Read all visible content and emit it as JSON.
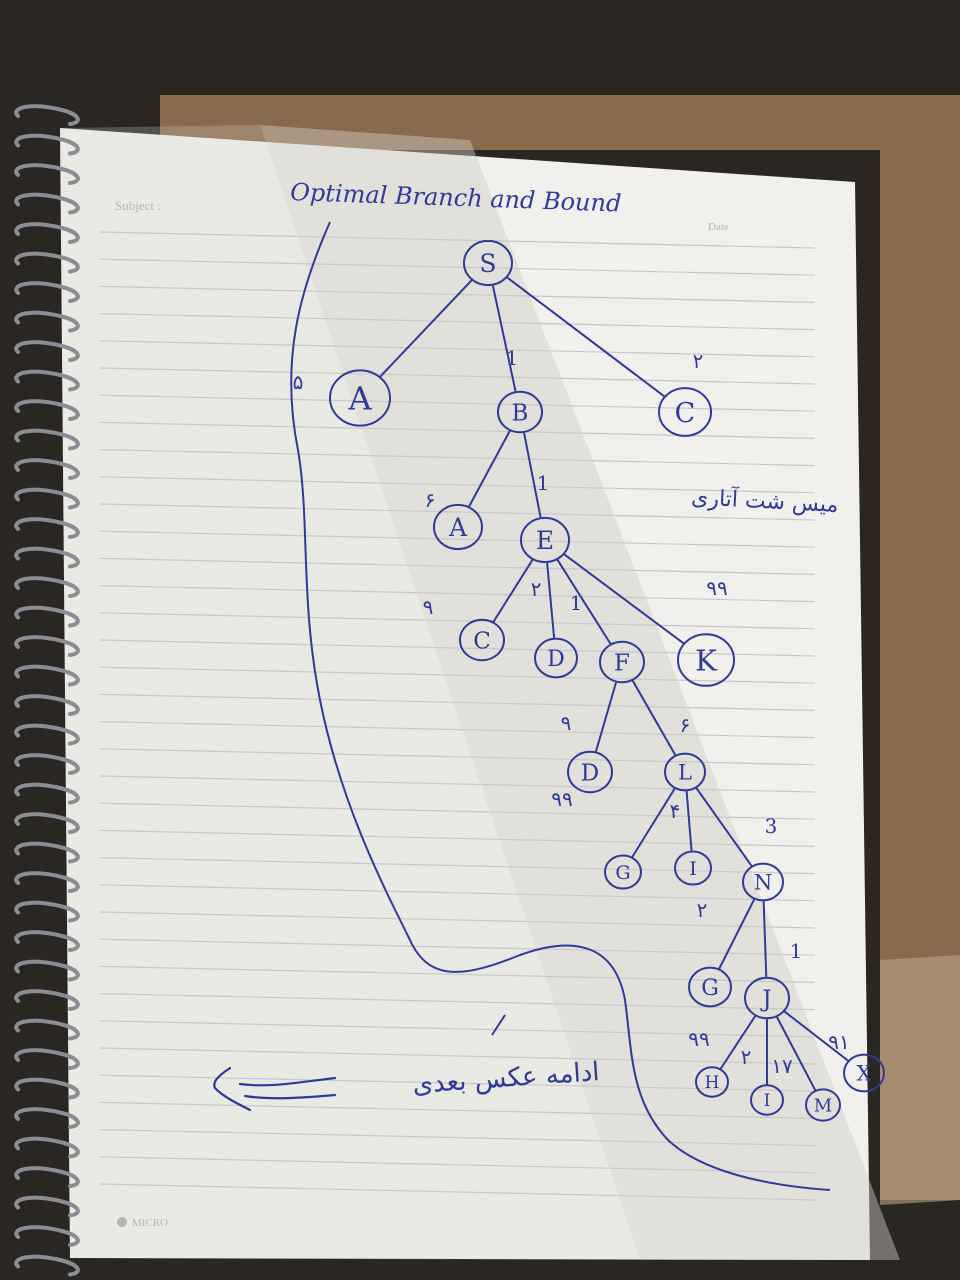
{
  "page": {
    "title": "Optimal Branch and Bound",
    "printed_subject_label": "Subject :",
    "printed_date_label": "Date",
    "printed_brand": "MICRO",
    "side_note": "میس شت آتاری",
    "continue_note": "ادامه عکس بعدی"
  },
  "tree": {
    "nodes": [
      {
        "id": "S",
        "label": "S"
      },
      {
        "id": "A1",
        "label": "A"
      },
      {
        "id": "B",
        "label": "B"
      },
      {
        "id": "C1",
        "label": "C"
      },
      {
        "id": "A2",
        "label": "A"
      },
      {
        "id": "E",
        "label": "E"
      },
      {
        "id": "C2",
        "label": "C"
      },
      {
        "id": "D1",
        "label": "D"
      },
      {
        "id": "F",
        "label": "F"
      },
      {
        "id": "K",
        "label": "K"
      },
      {
        "id": "D2",
        "label": "D"
      },
      {
        "id": "L",
        "label": "L"
      },
      {
        "id": "G1",
        "label": "G"
      },
      {
        "id": "I1",
        "label": "I"
      },
      {
        "id": "N",
        "label": "N"
      },
      {
        "id": "G2",
        "label": "G"
      },
      {
        "id": "J",
        "label": "J"
      },
      {
        "id": "H",
        "label": "H"
      },
      {
        "id": "I2",
        "label": "I"
      },
      {
        "id": "M",
        "label": "M"
      },
      {
        "id": "X",
        "label": "X"
      }
    ],
    "edges": [
      {
        "from": "S",
        "to": "A1",
        "weight": "۵"
      },
      {
        "from": "S",
        "to": "B",
        "weight": "1"
      },
      {
        "from": "S",
        "to": "C1",
        "weight": "۲"
      },
      {
        "from": "B",
        "to": "A2",
        "weight": "۶"
      },
      {
        "from": "B",
        "to": "E",
        "weight": "1"
      },
      {
        "from": "E",
        "to": "C2",
        "weight": "۹"
      },
      {
        "from": "E",
        "to": "D1",
        "weight": "۲"
      },
      {
        "from": "E",
        "to": "F",
        "weight": "1"
      },
      {
        "from": "E",
        "to": "K",
        "weight": "۹۹"
      },
      {
        "from": "F",
        "to": "D2",
        "weight": "۹"
      },
      {
        "from": "F",
        "to": "L",
        "weight": "۶"
      },
      {
        "from": "L",
        "to": "G1",
        "weight": "۹۹"
      },
      {
        "from": "L",
        "to": "I1",
        "weight": "۴"
      },
      {
        "from": "L",
        "to": "N",
        "weight": "3"
      },
      {
        "from": "N",
        "to": "G2",
        "weight": "۲"
      },
      {
        "from": "N",
        "to": "J",
        "weight": "1"
      },
      {
        "from": "J",
        "to": "H",
        "weight": "۹۹"
      },
      {
        "from": "J",
        "to": "I2",
        "weight": "۲"
      },
      {
        "from": "J",
        "to": "M",
        "weight": "۱۷"
      },
      {
        "from": "J",
        "to": "X",
        "weight": "۹۱"
      }
    ]
  },
  "colors": {
    "ink": "#2f3a9a",
    "paper": "#f1f0ec",
    "ruled_line": "#c9c7c9",
    "cardboard": "#8a6a4c",
    "background": "#2a2622",
    "spiral": "#8a8d93"
  }
}
